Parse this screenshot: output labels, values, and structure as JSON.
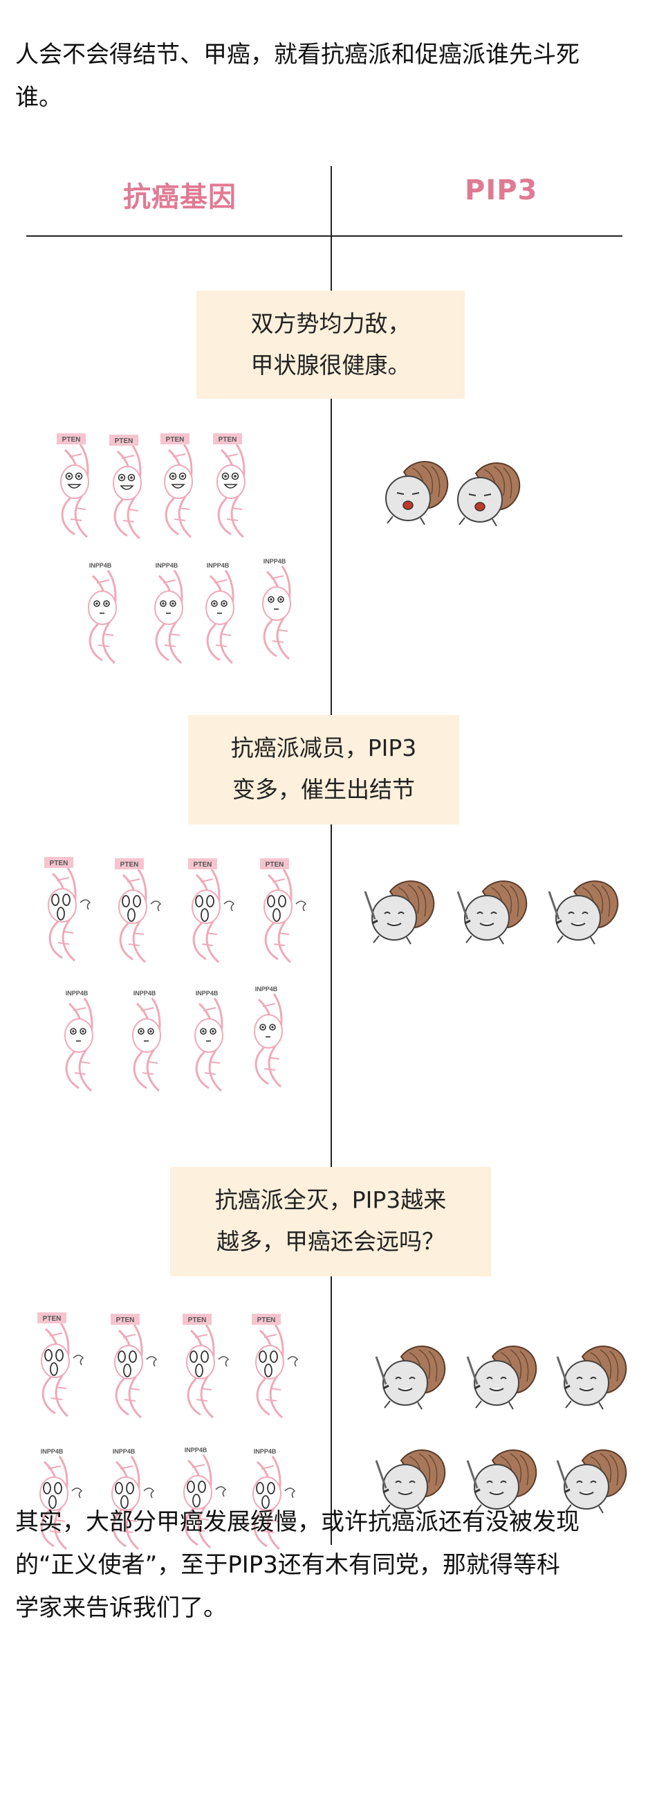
{
  "intro": {
    "line1": "人会不会得结节、甲癌，就看抗癌派和促癌派谁先斗死",
    "line2": "谁。"
  },
  "columns": {
    "left": "抗癌基因",
    "right": "PIP3"
  },
  "panels": [
    {
      "line1": "双方势均力敌，",
      "line2": "甲状腺很健康。"
    },
    {
      "line1": "抗癌派减员，PIP3",
      "line2": "变多，催生出结节"
    },
    {
      "line1": "抗癌派全灭，PIP3越来",
      "line2": "越多，甲癌还会远吗？"
    }
  ],
  "gene_labels": {
    "pten": "PTEN",
    "inpp4b": "INPP4B"
  },
  "outro": {
    "line1": "其实，大部分甲癌发展缓慢，或许抗癌派还有没被发现",
    "line2": "的“正义使者”，至于PIP3还有木有同党，那就得等科",
    "line3": "学家来告诉我们了。"
  },
  "colors": {
    "accent_pink": "#e07a93",
    "dna_pink": "#f0a9b8",
    "callout_bg": "#fdf0dc",
    "pip3_brown": "#a9785a",
    "pip3_body": "#e6e6e6"
  },
  "icons": [
    "dna-gene-character-icon",
    "pip3-molecule-character-icon",
    "sword-icon"
  ]
}
